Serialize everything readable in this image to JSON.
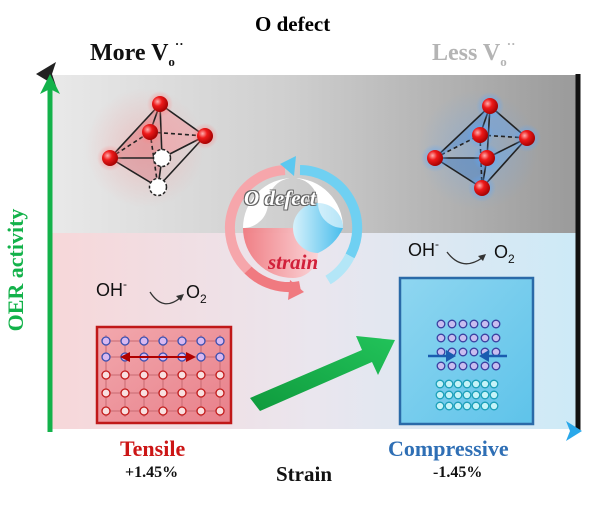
{
  "top": {
    "title": "O defect",
    "left_label": "More V",
    "left_sub": "o",
    "left_sup": "··",
    "right_label": "Less V",
    "right_sub": "o",
    "right_sup": "··"
  },
  "y_axis": {
    "label": "OER activity"
  },
  "x_axis": {
    "label": "Strain",
    "left_label": "Tensile",
    "left_value": "+1.45%",
    "right_label": "Compressive",
    "right_value": "-1.45%"
  },
  "cycle": {
    "top_label": "O defect",
    "bottom_label": "strain"
  },
  "reaction_left": {
    "reactant": "OH",
    "charge": "-",
    "product": "O",
    "subscript": "2"
  },
  "reaction_right": {
    "reactant": "OH",
    "charge": "-",
    "product": "O",
    "subscript": "2"
  },
  "colors": {
    "top_band": "#c8c8c8",
    "bottom_left": "#f7dede",
    "bottom_right": "#d4ecf8",
    "tensile_red": "#d42020",
    "compressive_blue": "#2f6fb5",
    "axis_green": "#13b24a",
    "cycle_red": "#f07a80",
    "cycle_blue": "#4cc0ee",
    "big_arrow_green": "#12a946"
  }
}
